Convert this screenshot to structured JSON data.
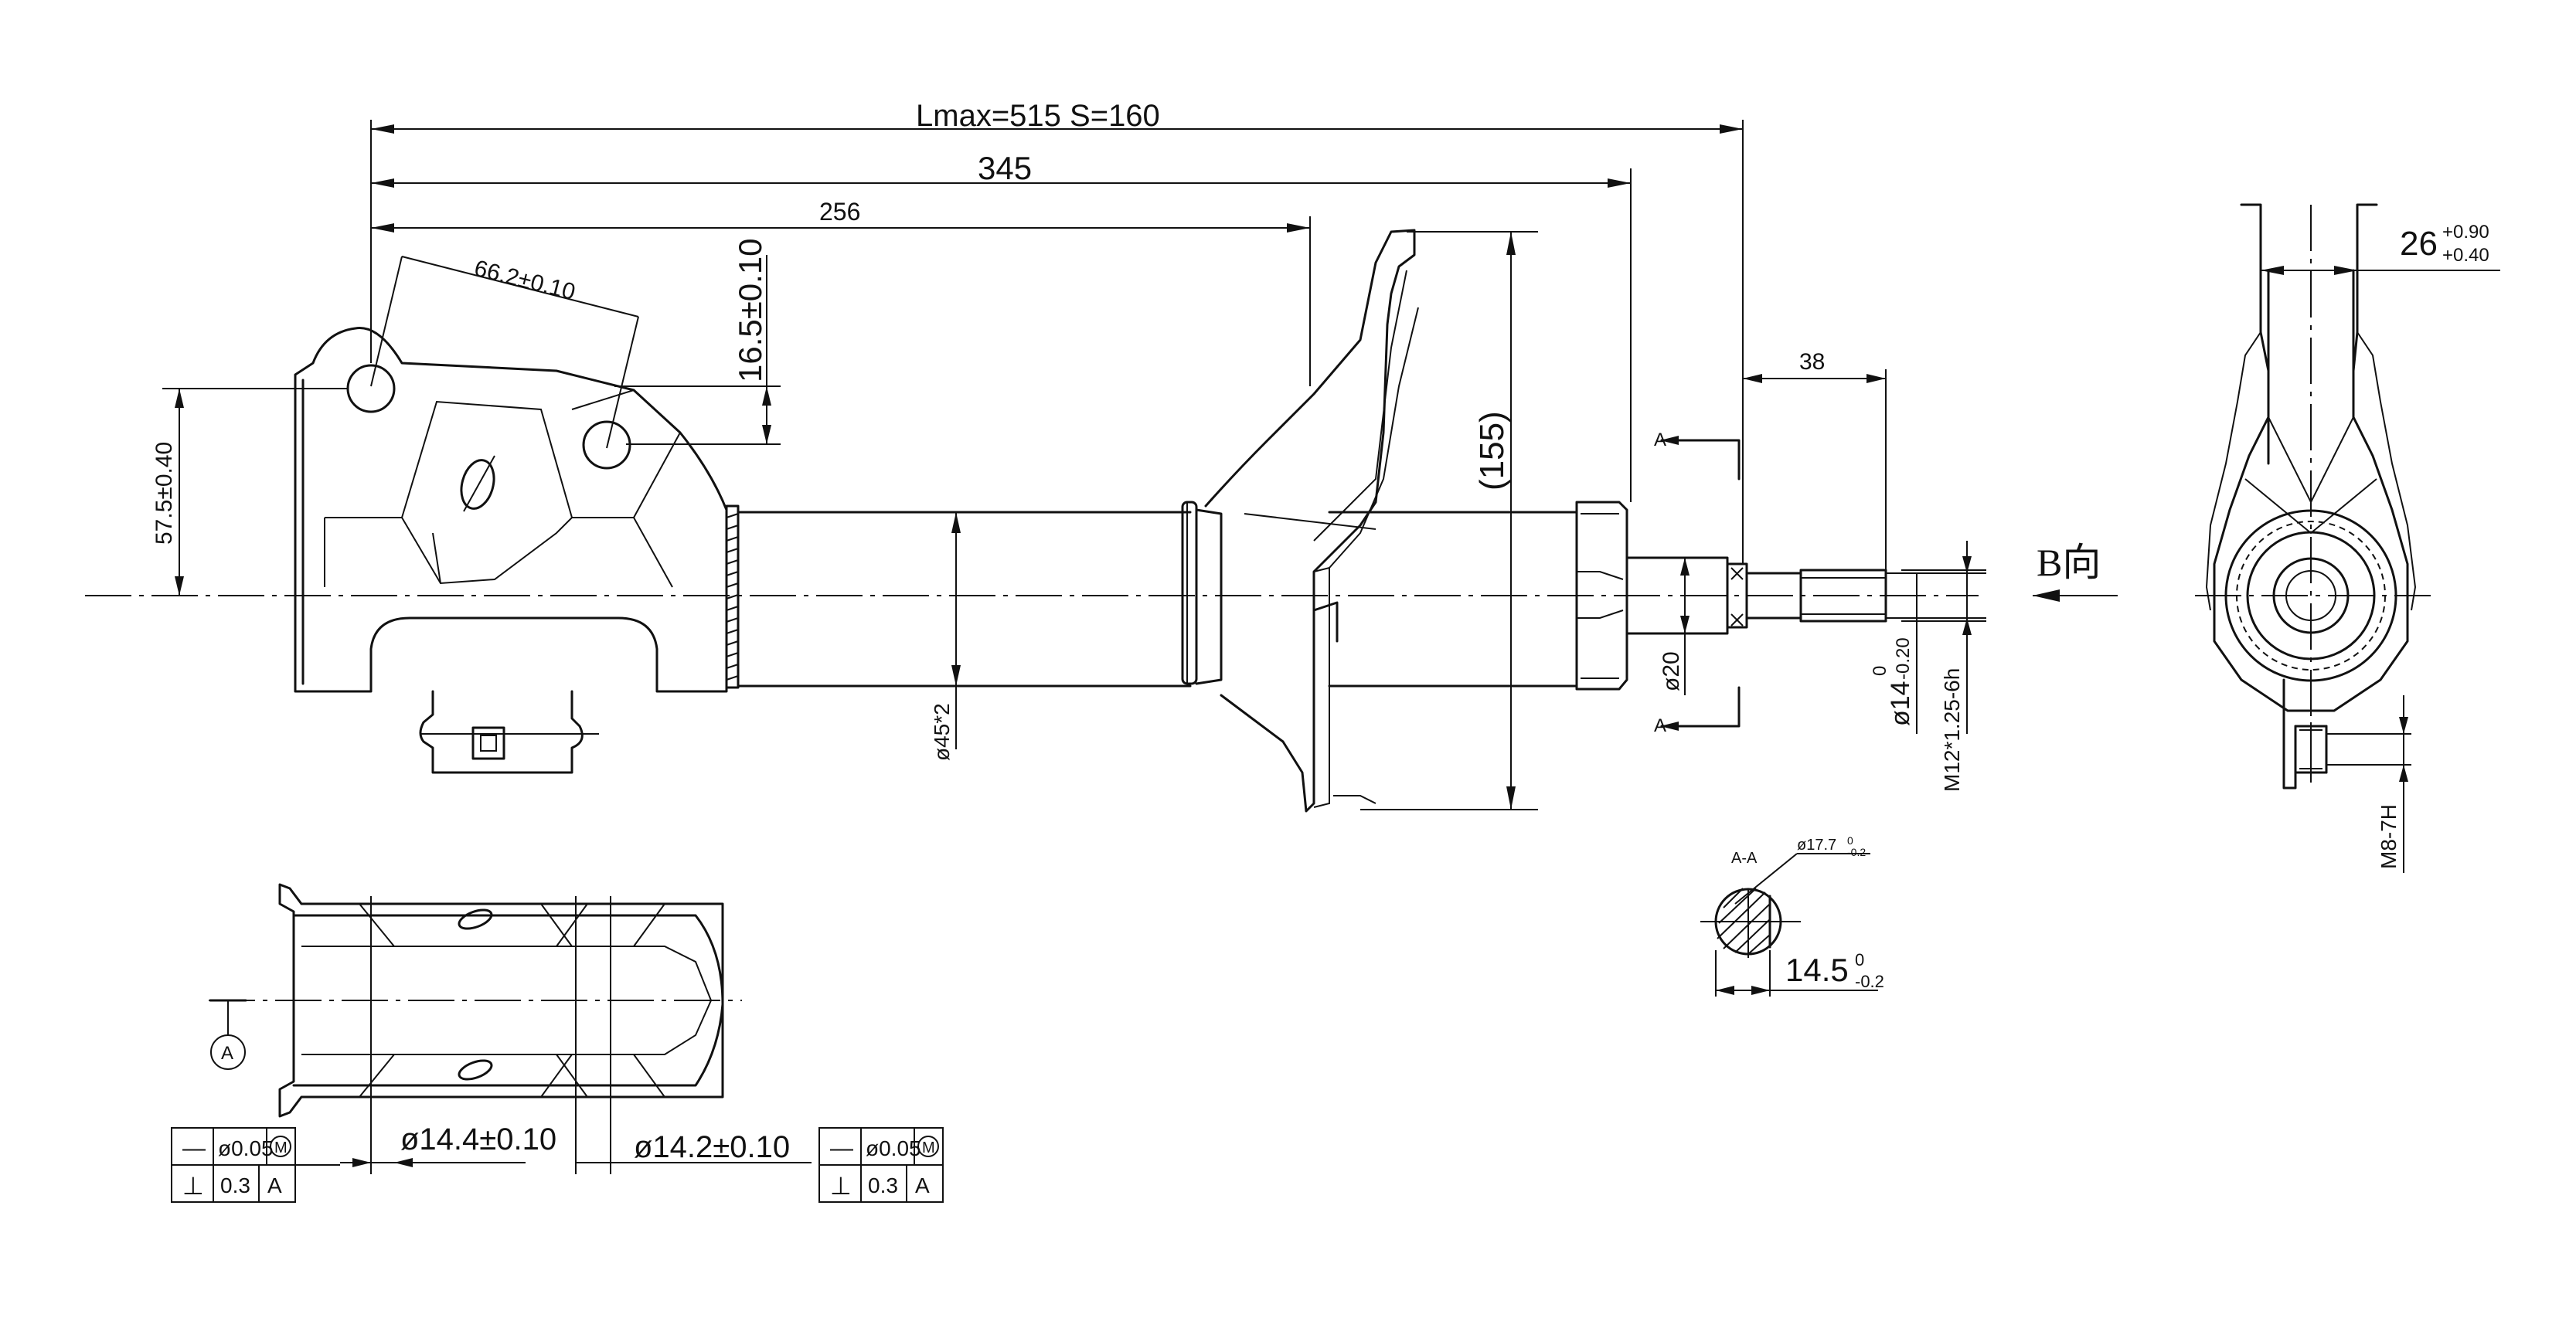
{
  "dimensions": {
    "overall": "Lmax=515    S=160",
    "length_345": "345",
    "length_256": "256",
    "eye_spacing": "66.2±0.10",
    "eye_offset": "16.5±0.10",
    "eye_height": "57.5±0.40",
    "spring_seat_height": "(155)",
    "tube_diameter": "ø45*2",
    "rod_diameter": "ø20",
    "rod_length": "38",
    "rod_tip_diameter": "ø14",
    "rod_tip_tol_upper": "0",
    "rod_tip_tol_lower": "-0.20",
    "thread": "M12*1.25-6h",
    "bracket_width": "26",
    "bracket_tol_upper": "+0.90",
    "bracket_tol_lower": "+0.40",
    "bracket_thread": "M8-7H",
    "hole_left": "ø14.4±0.10",
    "hole_right": "ø14.2±0.10"
  },
  "view_labels": {
    "direction": "B向",
    "section_a_top": "A",
    "section_a_bottom": "A",
    "section_aa": "A-A",
    "section_dia": "ø17.7",
    "section_dia_tol_upper": "0",
    "section_dia_tol_lower": "-0.2",
    "section_flat": "14.5",
    "section_flat_tol_upper": "0",
    "section_flat_tol_lower": "-0.2",
    "datum": "A"
  },
  "tolerance_frames": {
    "left": {
      "row1": [
        "—",
        "ø0.05",
        "M"
      ],
      "row2": [
        "⊥",
        "0.3",
        "A"
      ]
    },
    "right": {
      "row1": [
        "—",
        "ø0.05",
        "M"
      ],
      "row2": [
        "⊥",
        "0.3",
        "A"
      ]
    }
  }
}
